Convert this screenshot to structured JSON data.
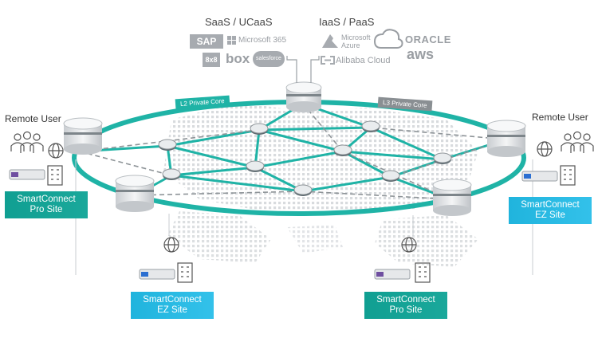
{
  "categories": {
    "left": "SaaS / UCaaS",
    "right": "IaaS / PaaS"
  },
  "logos_left": [
    "SAP",
    "Microsoft 365",
    "8x8",
    "box",
    "salesforce"
  ],
  "logos_right": [
    "Microsoft Azure",
    "ORACLE",
    "Alibaba Cloud",
    "aws"
  ],
  "core_labels": {
    "l2": "L2 Private Core",
    "l3": "L3 Private Core"
  },
  "remote_users": {
    "left": "Remote User",
    "right": "Remote User"
  },
  "sites": {
    "left_pro": [
      "SmartConnect",
      "Pro Site"
    ],
    "right_ez": [
      "SmartConnect",
      "EZ Site"
    ],
    "bottom_ez": [
      "SmartConnect",
      "EZ Site"
    ],
    "bottom_pro": [
      "SmartConnect",
      "Pro Site"
    ]
  },
  "colors": {
    "ring": "#1fb3a6",
    "pro_site": "#109f92",
    "ez_site": "#25b8e3",
    "l3_tag": "#8a8f93",
    "logos": "#9a9ea3"
  }
}
